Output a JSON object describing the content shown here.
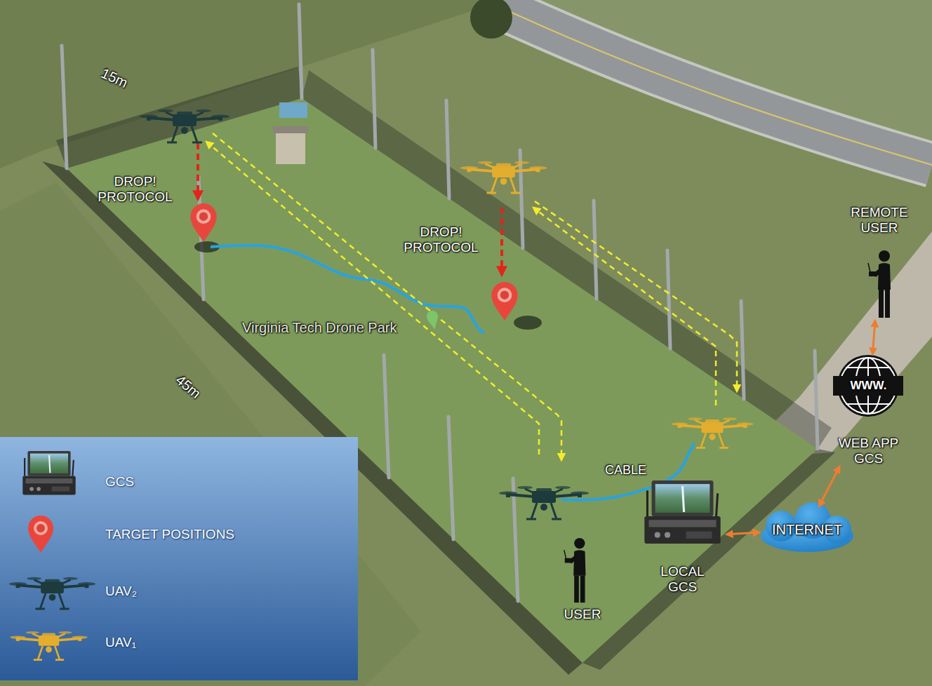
{
  "diagram": {
    "nodes": [
      {
        "text": [
          "REMOTE USER"
        ]
      },
      {
        "text": [
          "WWW.",
          "WEB APP GCS"
        ]
      },
      {
        "text": [
          "INTERNET"
        ]
      },
      {
        "text": [
          "LOCAL GCS"
        ]
      },
      {
        "text": [
          "USER"
        ]
      }
    ],
    "edges": [
      {
        "from": 0,
        "to": 1,
        "arrow": "both"
      },
      {
        "from": 1,
        "to": 2,
        "arrow": "both"
      },
      {
        "from": 3,
        "to": 2,
        "arrow": "both"
      }
    ],
    "labels": [
      "15m",
      "DROP! PROTOCOL",
      "DROP! PROTOCOL",
      "Virginia Tech Drone Park",
      "45m",
      "CABLE"
    ],
    "legend": [
      {
        "text": "GCS"
      },
      {
        "text": "TARGET POSITIONS"
      },
      {
        "text": "UAV₂"
      },
      {
        "text": "UAV₁"
      }
    ]
  }
}
